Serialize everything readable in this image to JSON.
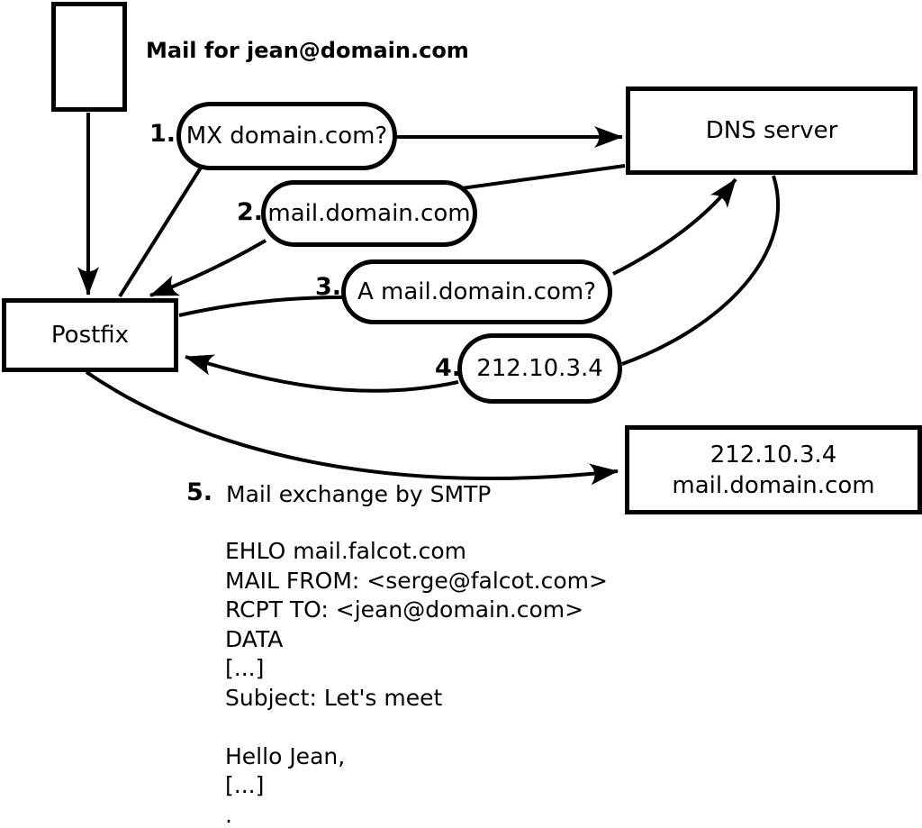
{
  "title": "Mail for jean@domain.com",
  "nodes": {
    "postfix": {
      "label": "Postfix"
    },
    "dns": {
      "label": "DNS server"
    },
    "mailserver": {
      "line1": "212.10.3.4",
      "line2": "mail.domain.com"
    }
  },
  "steps": [
    {
      "num": "1.",
      "label": "MX domain.com?"
    },
    {
      "num": "2.",
      "label": "mail.domain.com"
    },
    {
      "num": "3.",
      "label": "A mail.domain.com?"
    },
    {
      "num": "4.",
      "label": "212.10.3.4"
    },
    {
      "num": "5.",
      "label": "Mail exchange by SMTP"
    }
  ],
  "smtp": {
    "lines": [
      "EHLO mail.falcot.com",
      "MAIL FROM: <serge@falcot.com>",
      "RCPT TO: <jean@domain.com>",
      "DATA",
      "[...]",
      "Subject: Let's meet",
      "",
      "Hello Jean,",
      "[...]",
      "."
    ]
  },
  "colors": {
    "stroke": "#000000",
    "background": "#ffffff"
  }
}
